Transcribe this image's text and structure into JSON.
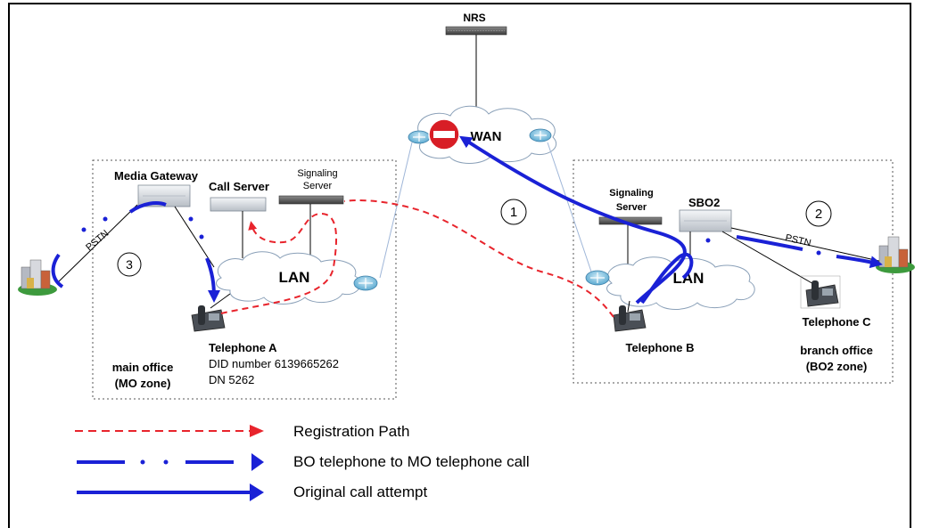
{
  "nrs_label": "NRS",
  "wan_label": "WAN",
  "main_office": {
    "media_gateway": "Media Gateway",
    "call_server": "Call Server",
    "signaling_server_line1": "Signaling",
    "signaling_server_line2": "Server",
    "lan": "LAN",
    "pstn": "PSTN",
    "step_number": "3",
    "telephone_a": "Telephone A",
    "did": "DID number 6139665262",
    "dn": "DN 5262",
    "zone_line1": "main office",
    "zone_line2": "(MO zone)"
  },
  "branch_office": {
    "signaling_server_line1": "Signaling",
    "signaling_server_line2": "Server",
    "sbo2": "SBO2",
    "lan": "LAN",
    "pstn": "PSTN",
    "step_number_1": "1",
    "step_number_2": "2",
    "telephone_b": "Telephone B",
    "telephone_c": "Telephone C",
    "zone_line1": "branch office",
    "zone_line2": "(BO2 zone)"
  },
  "legend": {
    "registration_path": "Registration Path",
    "bo_to_mo_call": "BO telephone to MO telephone call",
    "original_call": "Original call attempt"
  },
  "colors": {
    "registration": "#e8242c",
    "call": "#1a21d6",
    "stop": "#d81e26"
  }
}
